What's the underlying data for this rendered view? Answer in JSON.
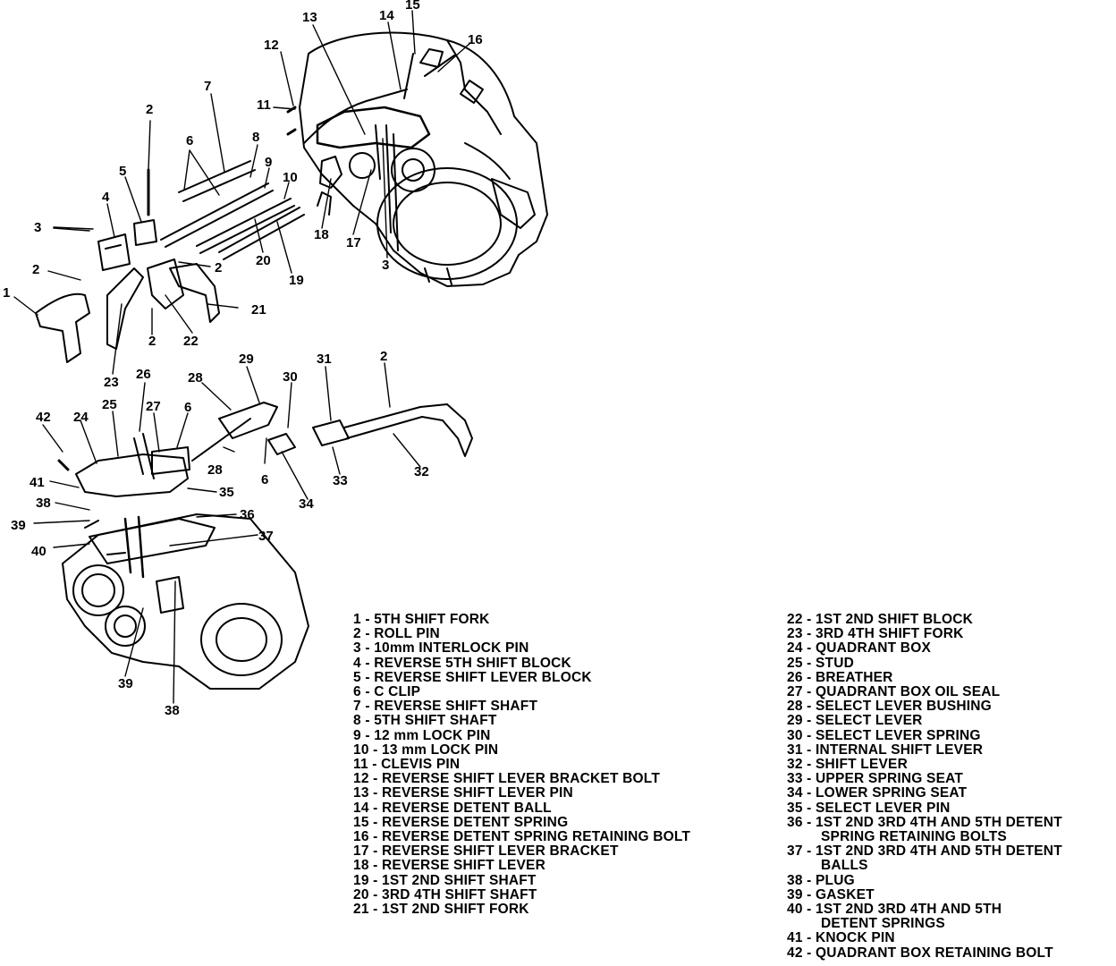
{
  "callouts": [
    "1",
    "2",
    "3",
    "4",
    "5",
    "6",
    "7",
    "8",
    "9",
    "10",
    "11",
    "12",
    "13",
    "14",
    "15",
    "16",
    "17",
    "18",
    "19",
    "20",
    "21",
    "22",
    "23",
    "24",
    "25",
    "26",
    "27",
    "28",
    "29",
    "30",
    "31",
    "32",
    "33",
    "34",
    "35",
    "36",
    "37",
    "38",
    "39",
    "40",
    "41",
    "42"
  ],
  "legend_left": [
    "1 - 5TH SHIFT FORK",
    "2 - ROLL PIN",
    "3 - 10mm INTERLOCK PIN",
    "4 - REVERSE 5TH SHIFT BLOCK",
    "5 - REVERSE SHIFT LEVER BLOCK",
    "6 - C CLIP",
    "7 - REVERSE SHIFT SHAFT",
    "8 - 5TH SHIFT SHAFT",
    "9 - 12 mm LOCK PIN",
    "10 - 13 mm LOCK PIN",
    "11 - CLEVIS PIN",
    "12 - REVERSE SHIFT LEVER BRACKET BOLT",
    "13 - REVERSE SHIFT LEVER PIN",
    "14 - REVERSE DETENT BALL",
    "15 - REVERSE DETENT SPRING",
    "16 - REVERSE DETENT SPRING RETAINING BOLT",
    "17 - REVERSE SHIFT LEVER BRACKET",
    "18 - REVERSE SHIFT LEVER",
    "19 - 1ST 2ND SHIFT SHAFT",
    "20 - 3RD 4TH SHIFT SHAFT",
    "21 - 1ST 2ND SHIFT FORK"
  ],
  "legend_right": [
    "22 - 1ST 2ND SHIFT BLOCK",
    "23 - 3RD 4TH SHIFT FORK",
    "24 - QUADRANT BOX",
    "25 - STUD",
    "26 - BREATHER",
    "27 - QUADRANT BOX OIL SEAL",
    "28 - SELECT LEVER BUSHING",
    "29 - SELECT LEVER",
    "30 - SELECT LEVER SPRING",
    "31 - INTERNAL SHIFT LEVER",
    "32 - SHIFT LEVER",
    "33 - UPPER SPRING SEAT",
    "34 - LOWER SPRING SEAT",
    "35 - SELECT LEVER PIN",
    "36 - 1ST 2ND 3RD 4TH AND 5TH DETENT",
    "SPRING RETAINING BOLTS",
    "37 - 1ST 2ND 3RD 4TH AND 5TH DETENT",
    "BALLS",
    "38 - PLUG",
    "39 - GASKET",
    "40 - 1ST 2ND 3RD 4TH AND 5TH",
    "DETENT SPRINGS",
    "41 - KNOCK PIN",
    "42 - QUADRANT BOX RETAINING BOLT"
  ]
}
